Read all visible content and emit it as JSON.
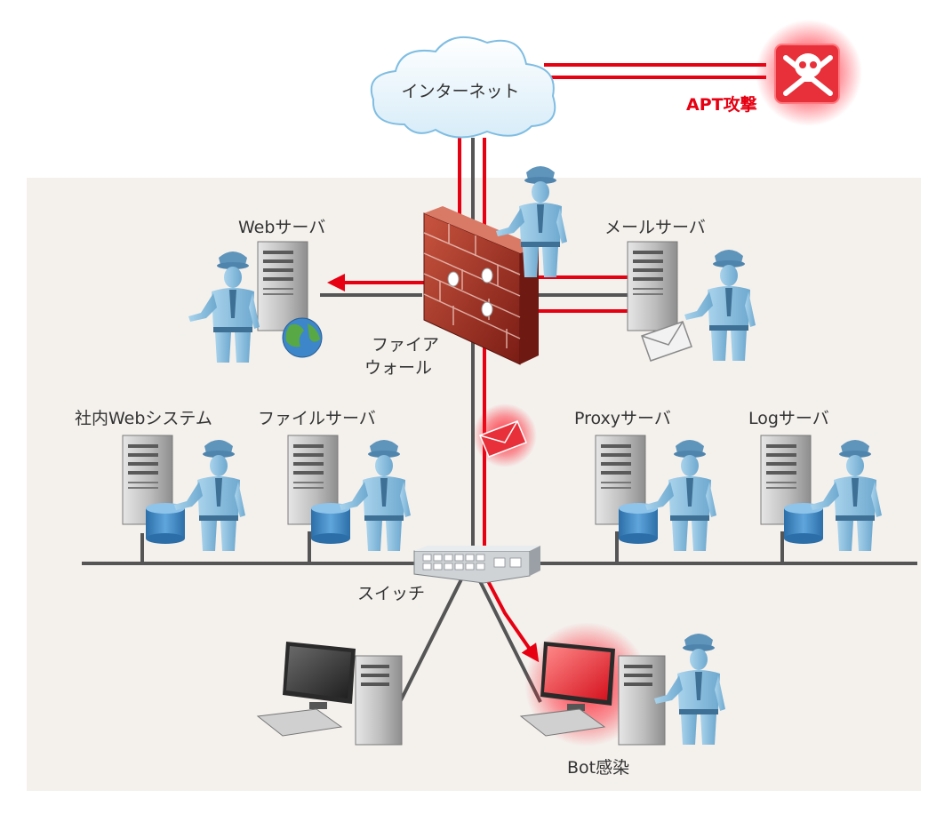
{
  "labels": {
    "internet": "インターネット",
    "apt": "APT攻撃",
    "web_server": "Webサーバ",
    "mail_server": "メールサーバ",
    "firewall_line1": "ファイア",
    "firewall_line2": "ウォール",
    "intranet_web": "社内Webシステム",
    "file_server": "ファイルサーバ",
    "proxy_server": "Proxyサーバ",
    "log_server": "Logサーバ",
    "switch": "スイッチ",
    "bot": "Bot感染"
  },
  "icons": {
    "attacker": "skull-crossbones-icon",
    "guard": "security-guard-icon",
    "server": "server-tower-icon",
    "database": "database-icon",
    "globe": "globe-icon",
    "mail": "envelope-icon",
    "firewall": "brick-wall-icon",
    "switch": "network-switch-icon",
    "pc": "desktop-pc-icon"
  },
  "colors": {
    "attack": "#e60012",
    "network": "#555555",
    "background_zone": "#f4f1ed",
    "person": "#8ec2e0",
    "server": "#c9c9c9"
  }
}
